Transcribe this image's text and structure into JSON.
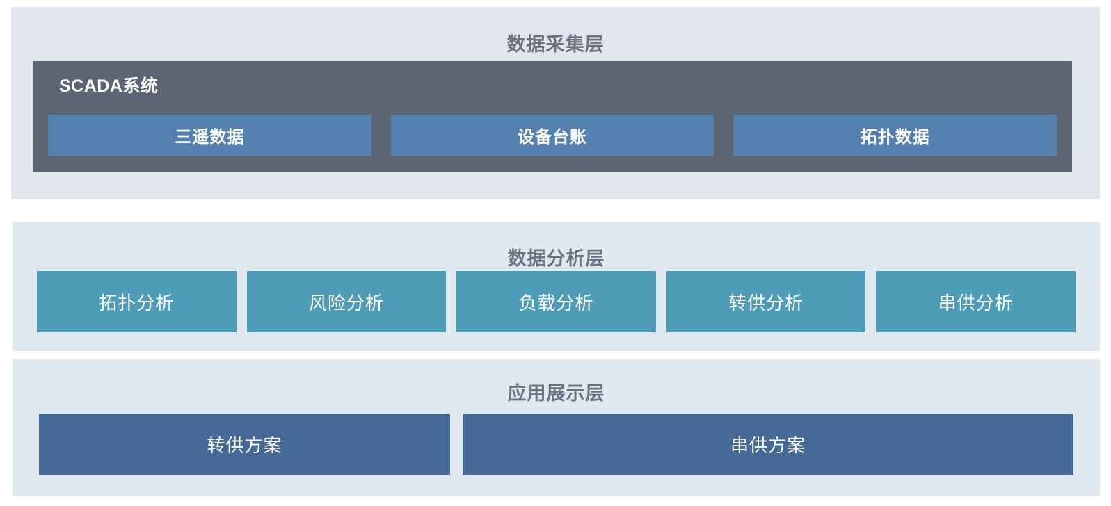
{
  "diagram": {
    "background": "#ffffff",
    "layers": [
      {
        "id": "collection",
        "title": "数据采集层",
        "panel_color": "#e1e5ec",
        "title_color": "#6b7280",
        "group": {
          "label": "SCADA系统",
          "color": "#5b6573",
          "items": [
            {
              "label": "三遥数据",
              "color": "#5480b0"
            },
            {
              "label": "设备台账",
              "color": "#5480b0"
            },
            {
              "label": "拓扑数据",
              "color": "#5480b0"
            }
          ]
        }
      },
      {
        "id": "analysis",
        "title": "数据分析层",
        "panel_color": "#dfeaf0",
        "title_color": "#6b7280",
        "items": [
          {
            "label": "拓扑分析",
            "color": "#4f9cb8"
          },
          {
            "label": "风险分析",
            "color": "#4f9cb8"
          },
          {
            "label": "负载分析",
            "color": "#4f9cb8"
          },
          {
            "label": "转供分析",
            "color": "#4f9cb8"
          },
          {
            "label": "串供分析",
            "color": "#4f9cb8"
          }
        ]
      },
      {
        "id": "application",
        "title": "应用展示层",
        "panel_color": "#dfeaf0",
        "title_color": "#6b7280",
        "items": [
          {
            "label": "转供方案",
            "color": "#456a97"
          },
          {
            "label": "串供方案",
            "color": "#456a97"
          }
        ]
      }
    ]
  }
}
